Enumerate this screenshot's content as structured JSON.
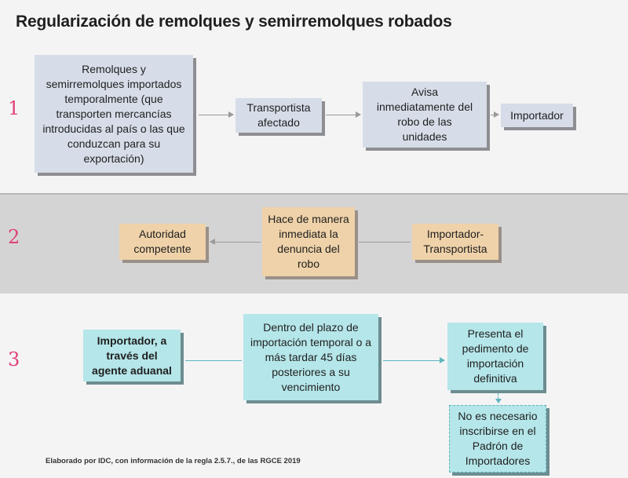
{
  "title": "Regularización de remolques y semirremolques robados",
  "rows": [
    {
      "number": "1",
      "boxes": [
        "Remolques y semirremolques importados temporalmente (que transporten mercancías introducidas al país o las que conduzcan para su exportación)",
        "Transportista afectado",
        "Avisa inmediatamente del robo de las unidades",
        "Importador"
      ]
    },
    {
      "number": "2",
      "boxes": [
        "Autoridad competente",
        "Hace de manera inmediata la denuncia del robo",
        "Importador-Transportista"
      ]
    },
    {
      "number": "3",
      "boxes": [
        "Importador, a través del agente aduanal",
        "Dentro del plazo de importación temporal o a más tardar 45 días posteriores a su vencimiento",
        "Presenta el pedimento de importación definitiva",
        "No es necesario inscribirse en el Padrón de Importadores"
      ]
    }
  ],
  "source": "Elaborado por IDC, con información de la regla 2.5.7., de las RGCE 2019",
  "colors": {
    "row1_box": "#d6dde8",
    "row2_box": "#efd2a9",
    "row3_box": "#b5e6e9",
    "row_number": "#e0407a"
  }
}
